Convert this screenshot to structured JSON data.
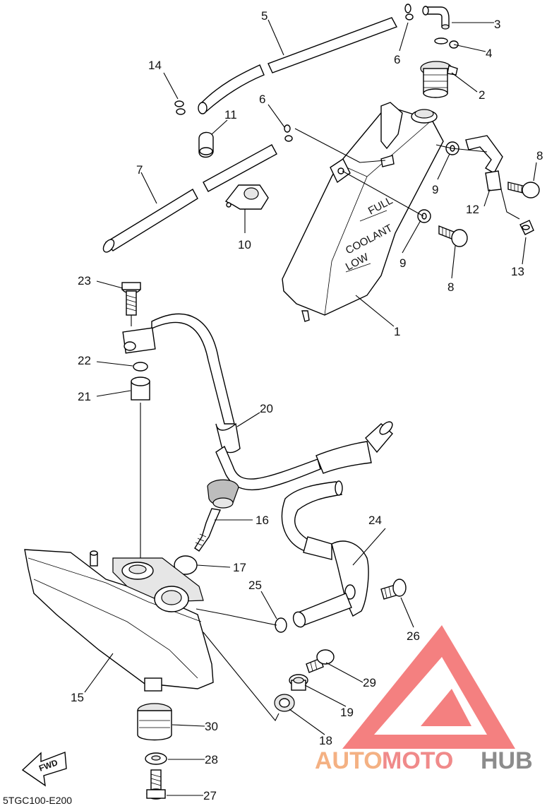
{
  "diagram": {
    "part_numbers": [
      "1",
      "2",
      "3",
      "4",
      "5",
      "6",
      "6",
      "7",
      "8",
      "8",
      "9",
      "9",
      "10",
      "11",
      "12",
      "13",
      "14",
      "15",
      "16",
      "17",
      "18",
      "19",
      "20",
      "21",
      "22",
      "23",
      "24",
      "25",
      "26",
      "27",
      "28",
      "29",
      "30"
    ],
    "tank_labels": {
      "full": "FULL",
      "coolant": "COOLANT",
      "low": "LOW"
    },
    "fwd_label": "FWD",
    "drawing_code": "5TGC100-E200"
  },
  "watermark": {
    "part1": "AUTO",
    "part2": "MOTO",
    "part3": "HUB",
    "colors": {
      "triangle": "#f05a5a",
      "auto": "#f4b183",
      "moto": "#f08a8a",
      "hub": "#8c8c8c"
    }
  }
}
